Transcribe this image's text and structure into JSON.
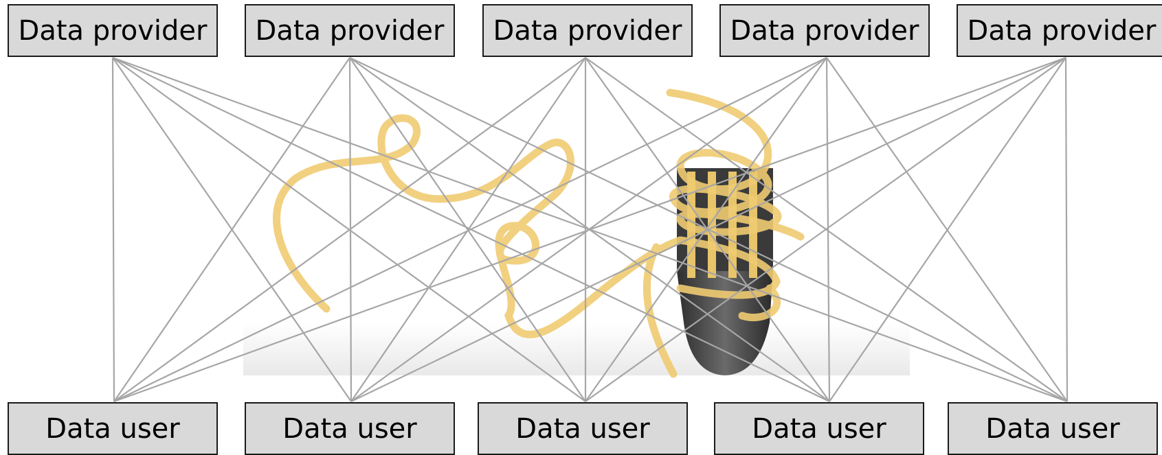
{
  "providers": [
    {
      "label": "Data provider"
    },
    {
      "label": "Data provider"
    },
    {
      "label": "Data provider"
    },
    {
      "label": "Data provider"
    },
    {
      "label": "Data provider"
    }
  ],
  "users": [
    {
      "label": "Data user"
    },
    {
      "label": "Data user"
    },
    {
      "label": "Data user"
    },
    {
      "label": "Data user"
    },
    {
      "label": "Data user"
    }
  ],
  "colors": {
    "box_fill": "#d9d9d9",
    "box_border": "#1a1a1a",
    "connector": "#a6a6a6",
    "pasta": "#f0cf78",
    "fork": "#4a4a4a"
  },
  "background_image": "spaghetti-fork-illustration"
}
